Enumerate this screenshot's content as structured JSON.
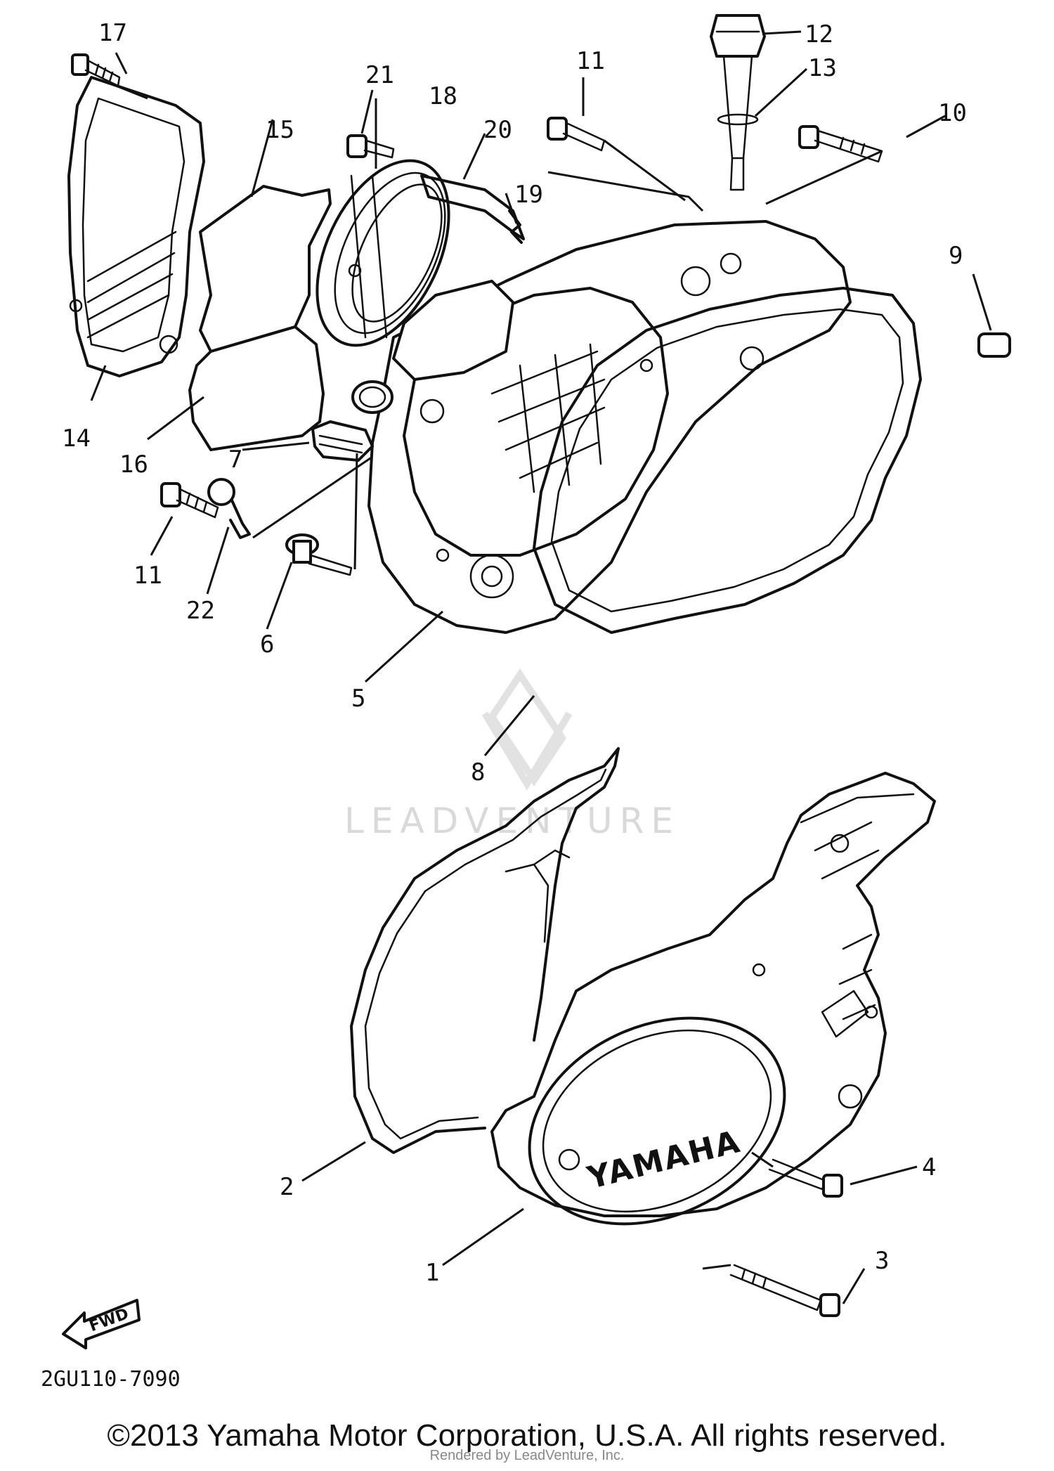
{
  "callouts": {
    "c1": "1",
    "c2": "2",
    "c3": "3",
    "c4": "4",
    "c5": "5",
    "c6": "6",
    "c7": "7",
    "c8": "8",
    "c9": "9",
    "c10": "10",
    "c11a": "11",
    "c11b": "11",
    "c12": "12",
    "c13": "13",
    "c14": "14",
    "c15": "15",
    "c16": "16",
    "c17": "17",
    "c18": "18",
    "c19": "19",
    "c20": "20",
    "c21": "21",
    "c22": "22"
  },
  "cover_brand": "YAMAHA",
  "fwd_label": "FWD",
  "diagram_ref": "2GU110-7090",
  "watermark": "LEADVENTURE",
  "copyright": "©2013 Yamaha Motor Corporation, U.S.A. All rights reserved.",
  "rendered_by": "Rendered by LeadVenture, Inc."
}
